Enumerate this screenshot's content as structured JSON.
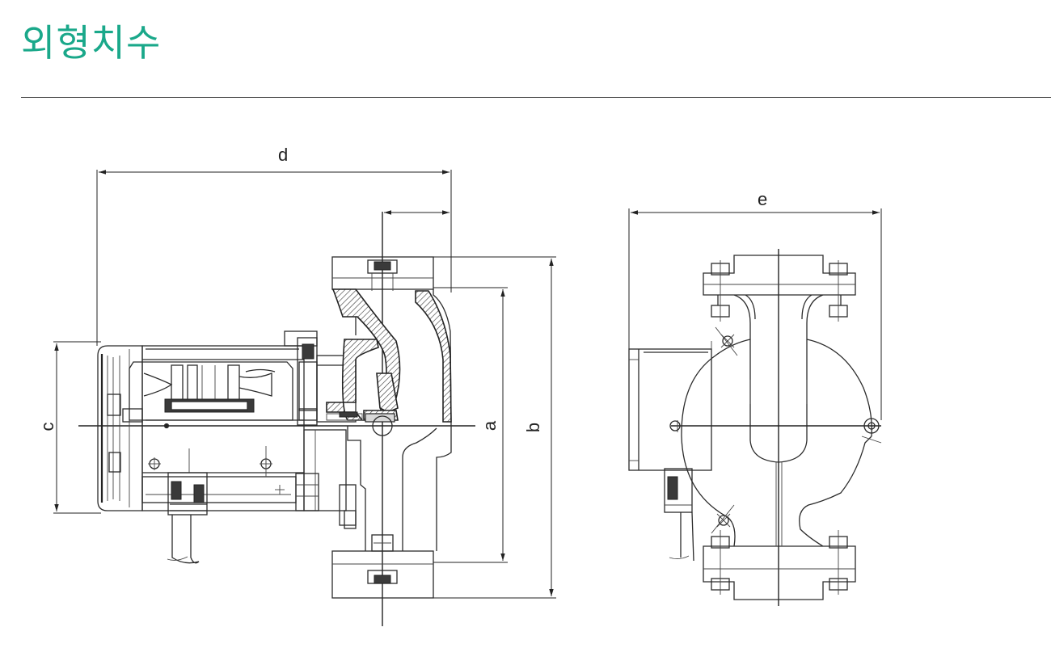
{
  "page": {
    "title": "외형치수"
  },
  "dimensions": {
    "a": "a",
    "b": "b",
    "c": "c",
    "d": "d",
    "e": "e"
  },
  "colors": {
    "title": "#1aa88a",
    "line": "#2b2b2b",
    "rule": "#3a3a3a"
  }
}
